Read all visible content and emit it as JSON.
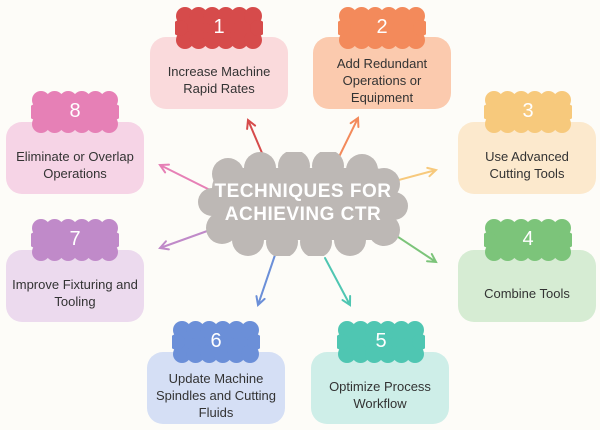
{
  "title": "TECHNIQUES FOR ACHIEVING CTR",
  "items": [
    {
      "num": "1",
      "label": "Increase Machine Rapid Rates",
      "color": "#d64b4b",
      "bg": "#fadadc"
    },
    {
      "num": "2",
      "label": "Add Redundant Operations or Equipment",
      "color": "#f38a5b",
      "bg": "#fbcaae"
    },
    {
      "num": "3",
      "label": "Use Advanced Cutting Tools",
      "color": "#f7c97c",
      "bg": "#fce9cd"
    },
    {
      "num": "4",
      "label": "Combine Tools",
      "color": "#7cc47a",
      "bg": "#d6ecd3"
    },
    {
      "num": "5",
      "label": "Optimize Process Workflow",
      "color": "#4fc6b2",
      "bg": "#ceeee8"
    },
    {
      "num": "6",
      "label": "Update Machine Spindles and Cutting Fluids",
      "color": "#6b8fd8",
      "bg": "#d5dff5"
    },
    {
      "num": "7",
      "label": "Improve Fixturing and Tooling",
      "color": "#c08ac9",
      "bg": "#ecdaee"
    },
    {
      "num": "8",
      "label": "Eliminate or Overlap Operations",
      "color": "#e680b6",
      "bg": "#f6d4e6"
    }
  ]
}
